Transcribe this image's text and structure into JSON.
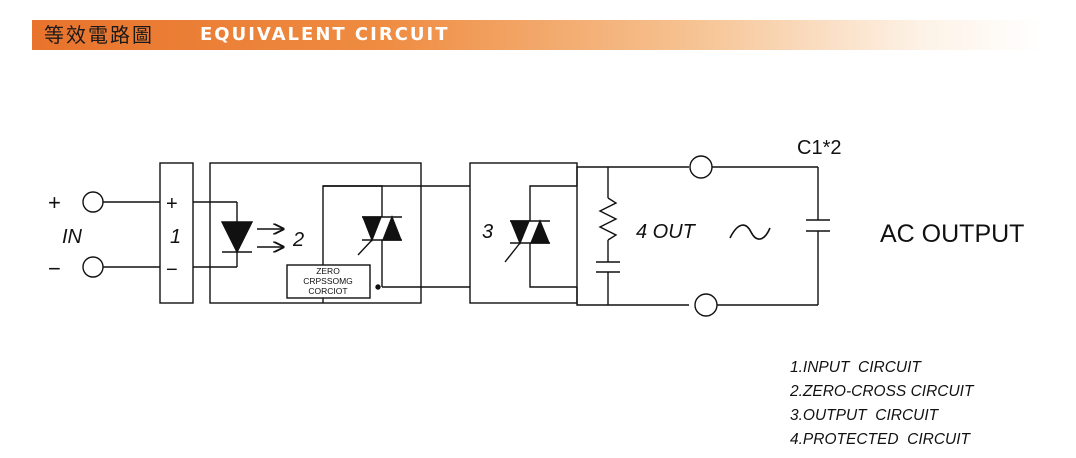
{
  "header": {
    "title_cn": "等效電路圖",
    "title_en": "EQUIVALENT CIRCUIT",
    "band_color": "#e8732c"
  },
  "diagram": {
    "input_plus": "+",
    "input_minus": "−",
    "input_label": "IN",
    "block1_plus": "+",
    "block1_minus": "−",
    "block1_number": "1",
    "block2_number": "2",
    "zero_cross_lines": [
      "ZERO",
      "CRPSSOMG",
      "CORCIOT"
    ],
    "block3_number": "3",
    "out_label": "4 OUT",
    "capacitor_label": "C1*2",
    "ac_output_label": "AC OUTPUT",
    "icons": [
      "photodiode-icon",
      "triac-icon",
      "resistor-icon",
      "capacitor-icon",
      "ac-wave-icon",
      "terminal-icon"
    ]
  },
  "legend": {
    "items": [
      "1.INPUT  CIRCUIT",
      "2.ZERO-CROSS CIRCUIT",
      "3.OUTPUT  CIRCUIT",
      "4.PROTECTED  CIRCUIT"
    ]
  }
}
